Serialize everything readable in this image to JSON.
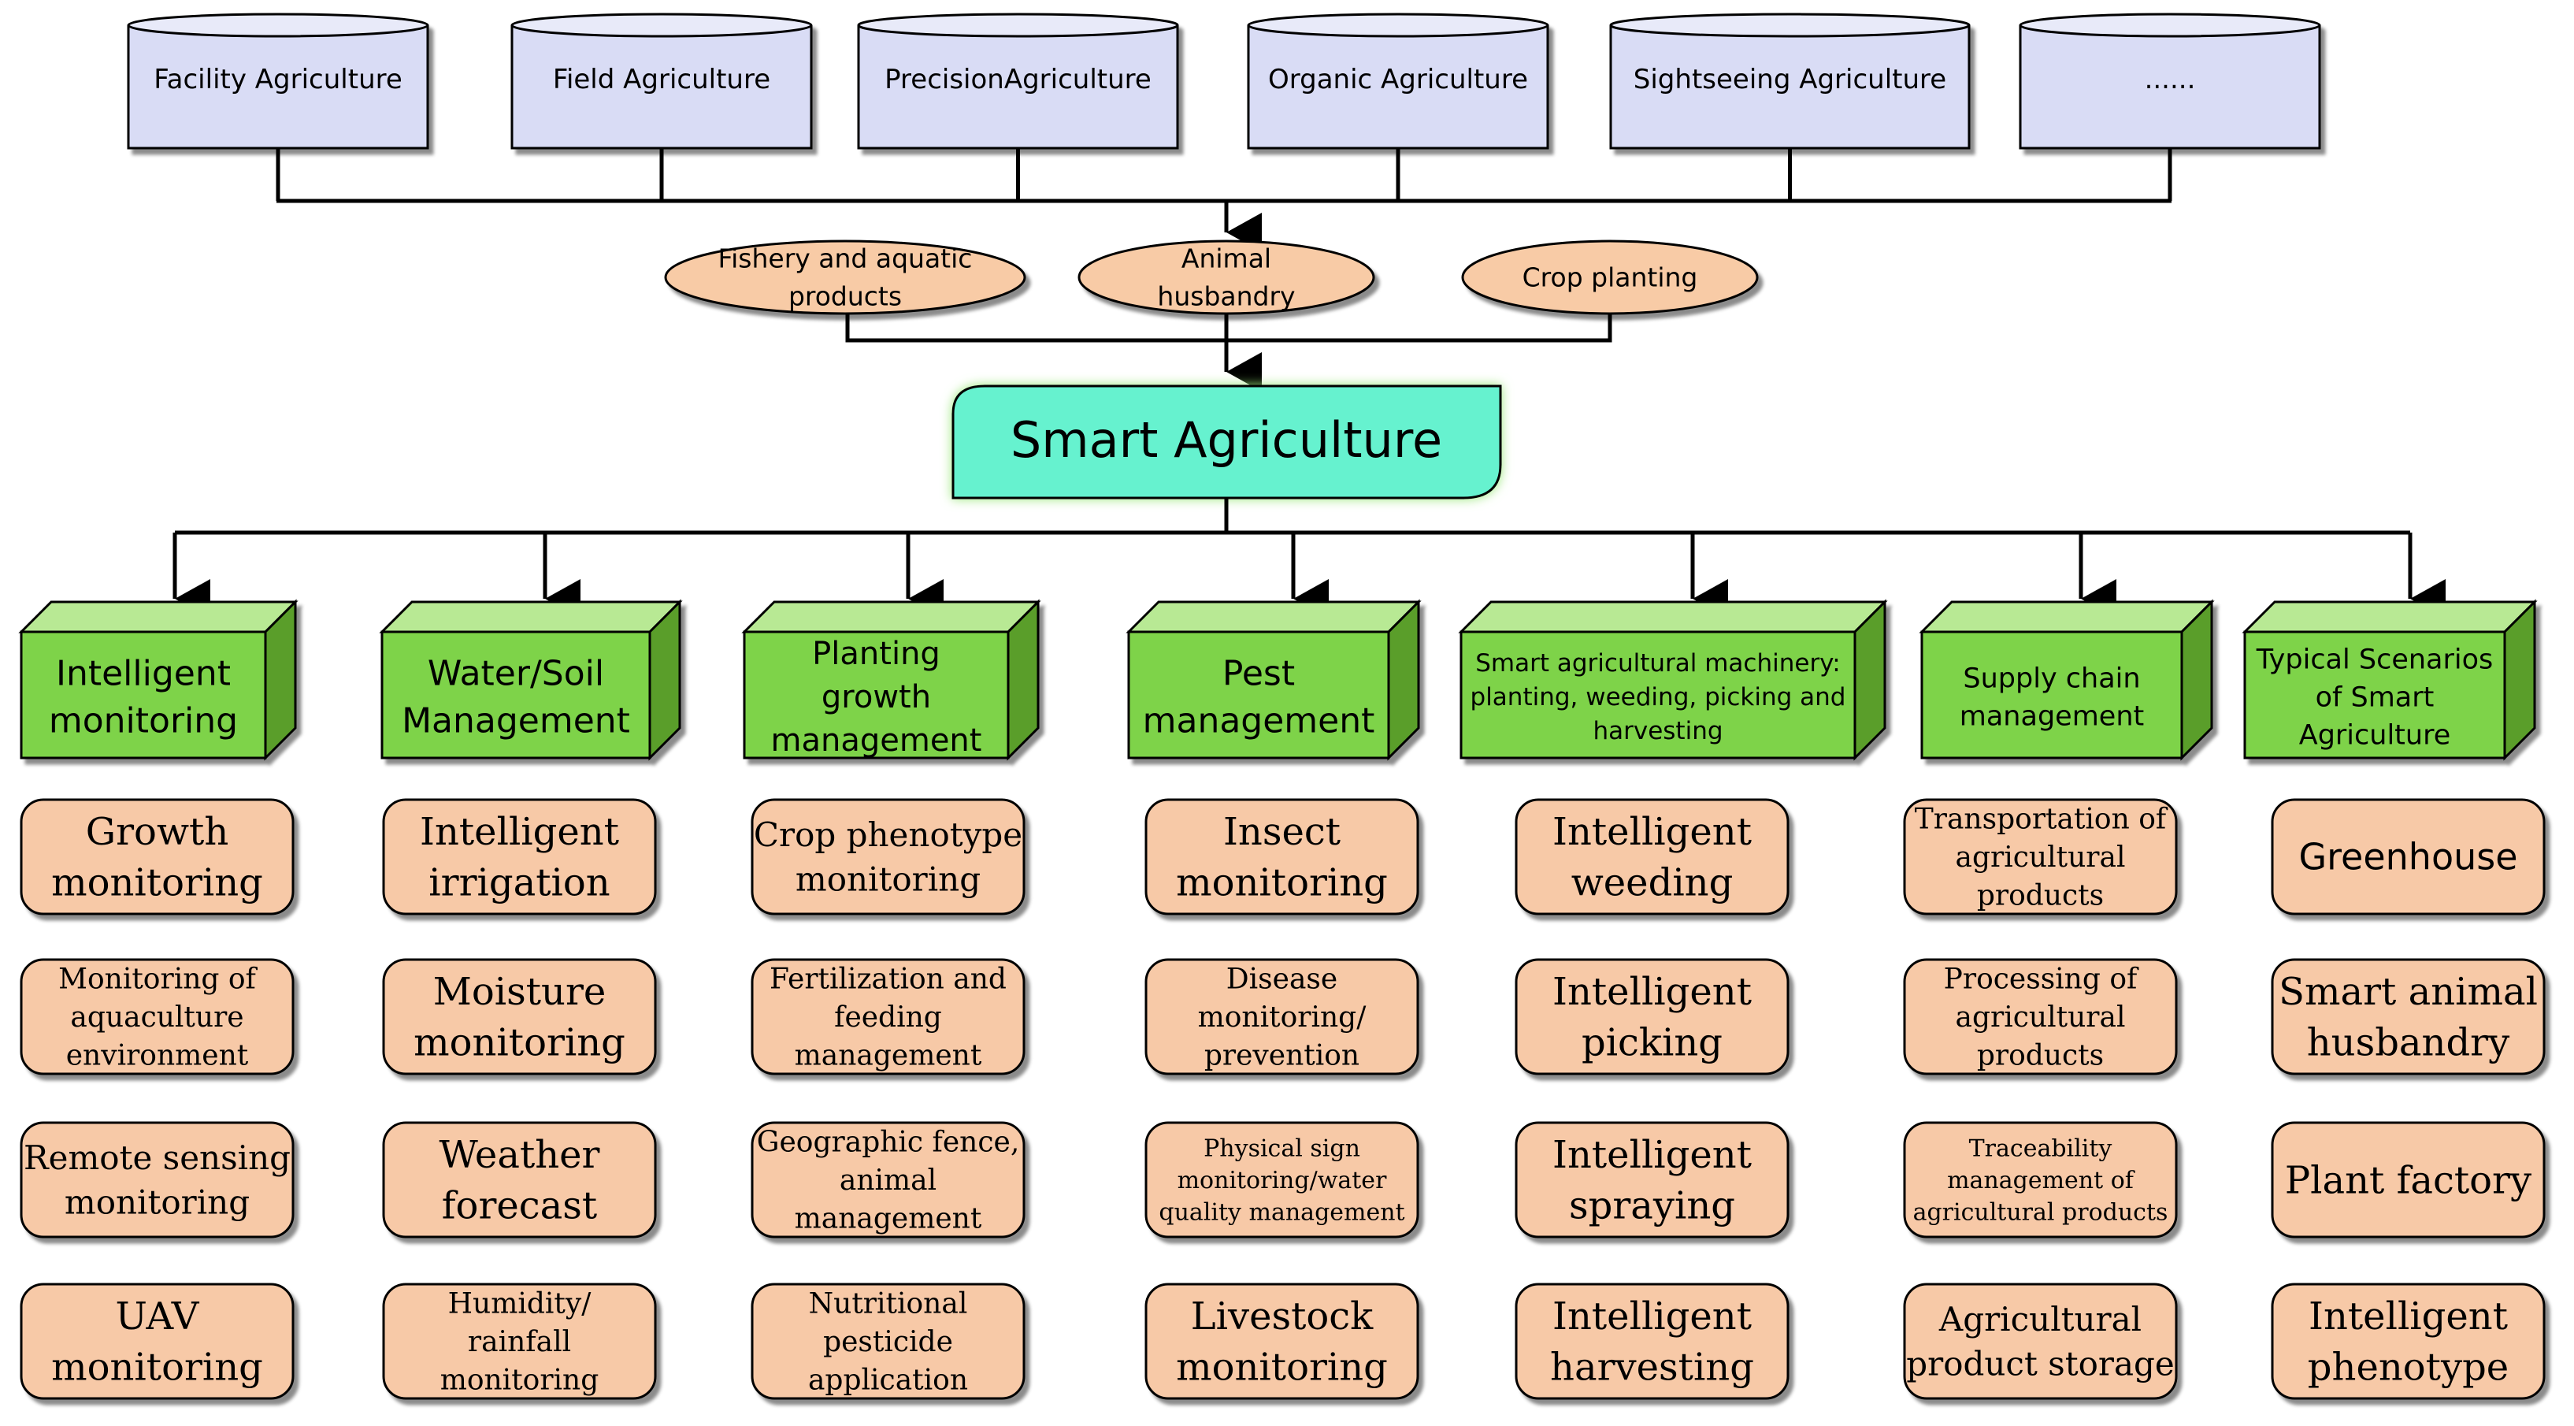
{
  "colors": {
    "db_fill": "#d9dcf5",
    "db_top": "#e8eaf9",
    "ellipse_fill": "#f8cba6",
    "center_fill": "#66f2cf",
    "center_glow": "#b8f5a0",
    "box_front": "#7ed348",
    "box_top": "#b8e994",
    "box_side": "#5a9e2c",
    "leaf_fill": "#f7c9a7",
    "line": "#000000"
  },
  "agriculture_types": [
    {
      "label": "Facility Agriculture"
    },
    {
      "label": "Field Agriculture"
    },
    {
      "label": "PrecisionAgriculture"
    },
    {
      "label": "Organic Agriculture"
    },
    {
      "label": "Sightseeing Agriculture"
    },
    {
      "label": "......"
    }
  ],
  "sectors": [
    {
      "label": [
        "Fishery and aquatic",
        "products"
      ]
    },
    {
      "label": [
        "Animal",
        "husbandry"
      ]
    },
    {
      "label": [
        "Crop planting"
      ]
    }
  ],
  "center": {
    "label": "Smart Agriculture"
  },
  "categories": [
    {
      "label": [
        "Intelligent",
        "monitoring"
      ],
      "items": [
        {
          "label": [
            "Growth",
            "monitoring"
          ]
        },
        {
          "label": [
            "Monitoring of",
            "aquaculture",
            "environment"
          ]
        },
        {
          "label": [
            "Remote sensing",
            "monitoring"
          ]
        },
        {
          "label": [
            "UAV",
            "monitoring"
          ]
        }
      ]
    },
    {
      "label": [
        "Water/Soil",
        "Management"
      ],
      "items": [
        {
          "label": [
            "Intelligent",
            "irrigation"
          ]
        },
        {
          "label": [
            "Moisture",
            "monitoring"
          ]
        },
        {
          "label": [
            "Weather",
            "forecast"
          ]
        },
        {
          "label": [
            "Humidity/",
            "rainfall",
            "monitoring"
          ]
        }
      ]
    },
    {
      "label": [
        "Planting",
        "growth",
        "management"
      ],
      "items": [
        {
          "label": [
            "Crop phenotype",
            "monitoring"
          ]
        },
        {
          "label": [
            "Fertilization and",
            "feeding",
            "management"
          ]
        },
        {
          "label": [
            "Geographic fence,",
            "animal",
            "management"
          ]
        },
        {
          "label": [
            "Nutritional",
            "pesticide",
            "application"
          ]
        }
      ]
    },
    {
      "label": [
        "Pest",
        "management"
      ],
      "items": [
        {
          "label": [
            "Insect",
            "monitoring"
          ]
        },
        {
          "label": [
            "Disease",
            "monitoring/",
            "prevention"
          ]
        },
        {
          "label": [
            "Physical sign",
            "monitoring/water",
            "quality management"
          ]
        },
        {
          "label": [
            "Livestock",
            "monitoring"
          ]
        }
      ]
    },
    {
      "label": [
        "Smart agricultural machinery:",
        "planting, weeding, picking and",
        "harvesting"
      ],
      "items": [
        {
          "label": [
            "Intelligent",
            "weeding"
          ]
        },
        {
          "label": [
            "Intelligent",
            "picking"
          ]
        },
        {
          "label": [
            "Intelligent",
            "spraying"
          ]
        },
        {
          "label": [
            "Intelligent",
            "harvesting"
          ]
        }
      ]
    },
    {
      "label": [
        "Supply chain",
        "management"
      ],
      "items": [
        {
          "label": [
            "Transportation of",
            "agricultural",
            "products"
          ]
        },
        {
          "label": [
            "Processing of",
            "agricultural",
            "products"
          ]
        },
        {
          "label": [
            "Traceability",
            "management of",
            "agricultural products"
          ]
        },
        {
          "label": [
            "Agricultural",
            "product storage"
          ]
        }
      ]
    },
    {
      "label": [
        "Typical Scenarios",
        "of Smart",
        "Agriculture"
      ],
      "items": [
        {
          "label": [
            "Greenhouse"
          ]
        },
        {
          "label": [
            "Smart animal",
            "husbandry"
          ]
        },
        {
          "label": [
            "Plant factory"
          ]
        },
        {
          "label": [
            "Intelligent",
            "phenotype"
          ]
        }
      ]
    }
  ]
}
